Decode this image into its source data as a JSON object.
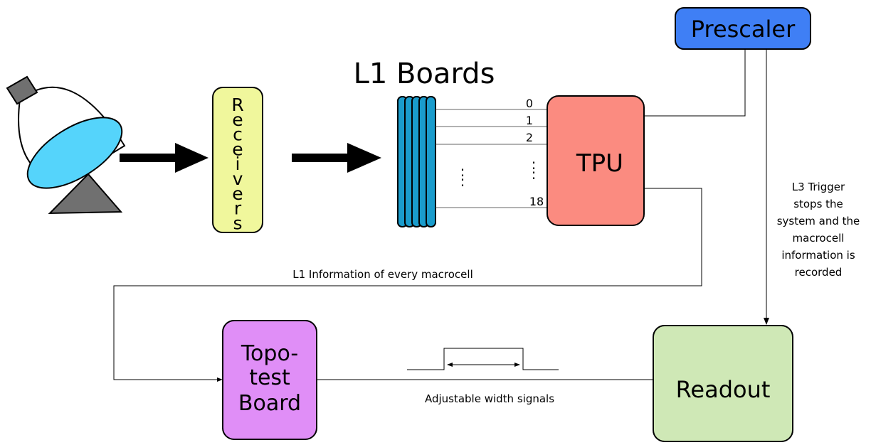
{
  "title": "L1 Boards",
  "blocks": {
    "prescaler": "Prescaler",
    "tpu": "TPU",
    "readout": "Readout",
    "topo_line1": "Topo-",
    "topo_line2": "test",
    "topo_line3": "Board"
  },
  "receivers_letters": [
    "R",
    "e",
    "c",
    "e",
    "i",
    "v",
    "e",
    "r",
    "s"
  ],
  "channels": {
    "ch0": "0",
    "ch1": "1",
    "ch2": "2",
    "ch18": "18",
    "ellipsis": ":"
  },
  "labels": {
    "l1_information": "L1 Information of every macrocell",
    "adjustable_width": "Adjustable width signals",
    "l3_line1": "L3 Trigger",
    "l3_line2": "stops the",
    "l3_line3": "system and the",
    "l3_line4": "macrocell",
    "l3_line5": "information is",
    "l3_line6": "recorded"
  },
  "colors": {
    "prescaler": "#3f7ff5",
    "tpu": "#fb8b80",
    "readout": "#cfe8b6",
    "topo_board": "#e08ef7",
    "receivers": "#f0f79c",
    "l1_boards": "#1a9ccc",
    "dish": "#55d4fb",
    "dish_stand": "#707070"
  },
  "icons": [
    "telescope-dish-icon"
  ]
}
